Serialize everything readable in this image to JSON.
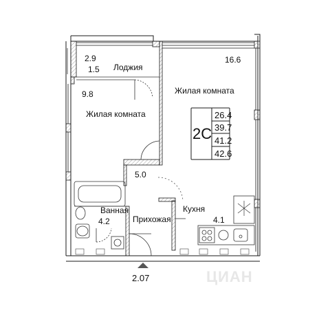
{
  "rooms": {
    "loggia": {
      "dims_top": "2.9",
      "dims_bottom": "1.5",
      "name": "Лоджия"
    },
    "living_left": {
      "area": "9.8",
      "name": "Жилая комната"
    },
    "living_right": {
      "area": "16.6",
      "name": "Жилая комната"
    },
    "hall_area": "5.0",
    "bathroom": {
      "name": "Ванная",
      "area": "4.2"
    },
    "corridor": {
      "name": "Прихожая"
    },
    "kitchen": {
      "name": "Кухня",
      "area": "4.1"
    }
  },
  "summary": {
    "type": "2С",
    "values": [
      "26.4",
      "39.7",
      "41.2",
      "42.6"
    ]
  },
  "ceiling_height": "2.07",
  "watermark": "ЦИАН",
  "colors": {
    "wall": "#1a1a1a",
    "hatch": "#999999",
    "line": "#333333"
  }
}
